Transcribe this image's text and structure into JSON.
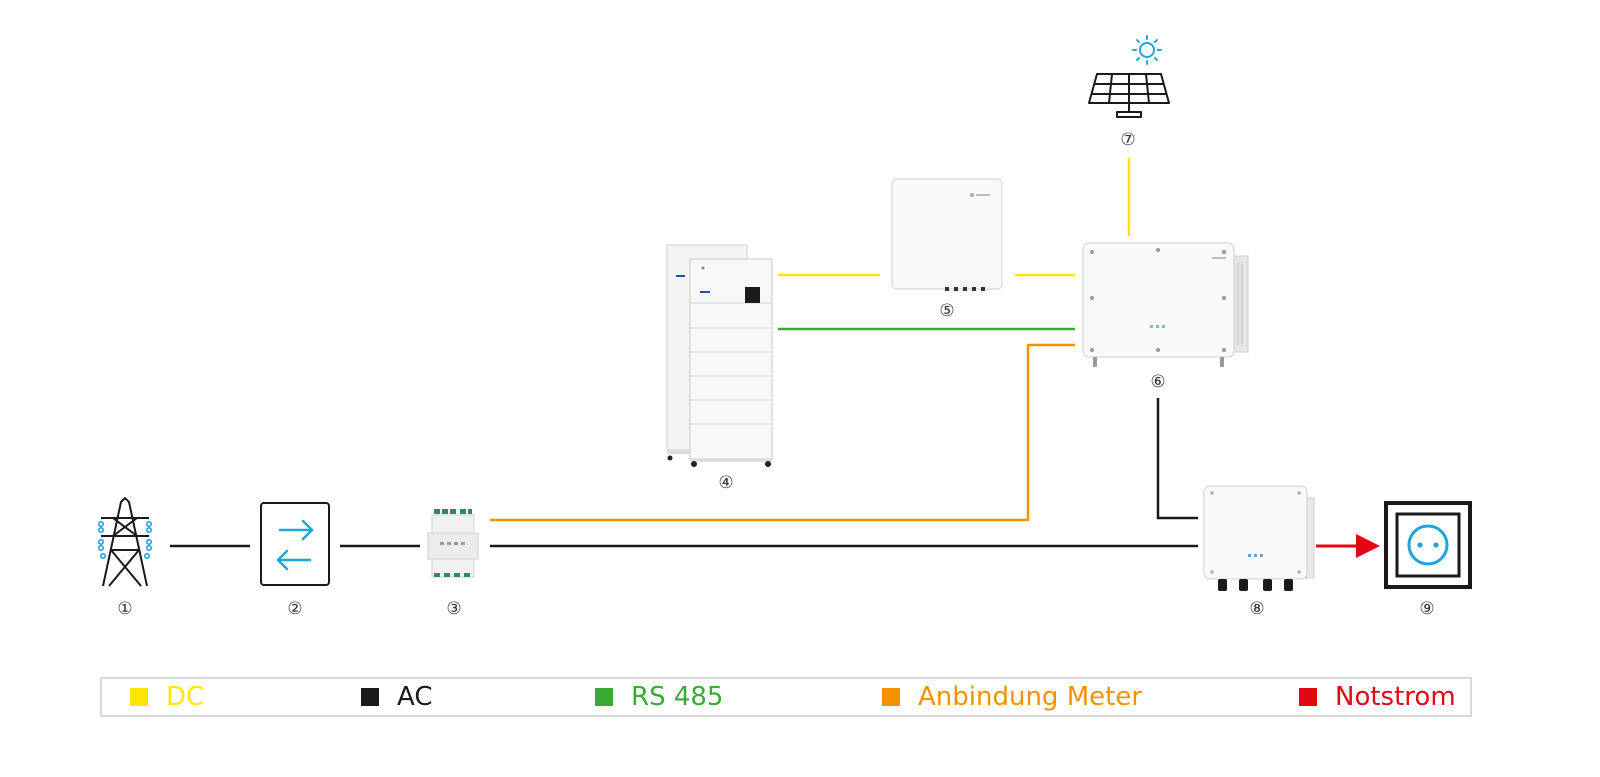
{
  "components": [
    {
      "id": "1",
      "label": "①",
      "icon": "power-pylon-icon"
    },
    {
      "id": "2",
      "label": "②",
      "icon": "bidirectional-meter-icon"
    },
    {
      "id": "3",
      "label": "③",
      "icon": "energy-meter-device"
    },
    {
      "id": "4",
      "label": "④",
      "icon": "battery-stack"
    },
    {
      "id": "5",
      "label": "⑤",
      "icon": "battery-converter-box"
    },
    {
      "id": "6",
      "label": "⑥",
      "icon": "hybrid-inverter"
    },
    {
      "id": "7",
      "label": "⑦",
      "icon": "solar-panel-icon"
    },
    {
      "id": "8",
      "label": "⑧",
      "icon": "backup-box"
    },
    {
      "id": "9",
      "label": "⑨",
      "icon": "power-socket-icon"
    }
  ],
  "legend": [
    {
      "label": "DC",
      "color": "#ffe600"
    },
    {
      "label": "AC",
      "color": "#1a1a1a"
    },
    {
      "label": "RS 485",
      "color": "#3aa935"
    },
    {
      "label": "Anbindung Meter",
      "color": "#f39200"
    },
    {
      "label": "Notstrom",
      "color": "#e30613"
    }
  ],
  "colors": {
    "dc": "#ffe600",
    "ac": "#1a1a1a",
    "rs485": "#3aa935",
    "meter": "#f39200",
    "backup": "#e30613",
    "icon_blue": "#1fa6d8"
  }
}
